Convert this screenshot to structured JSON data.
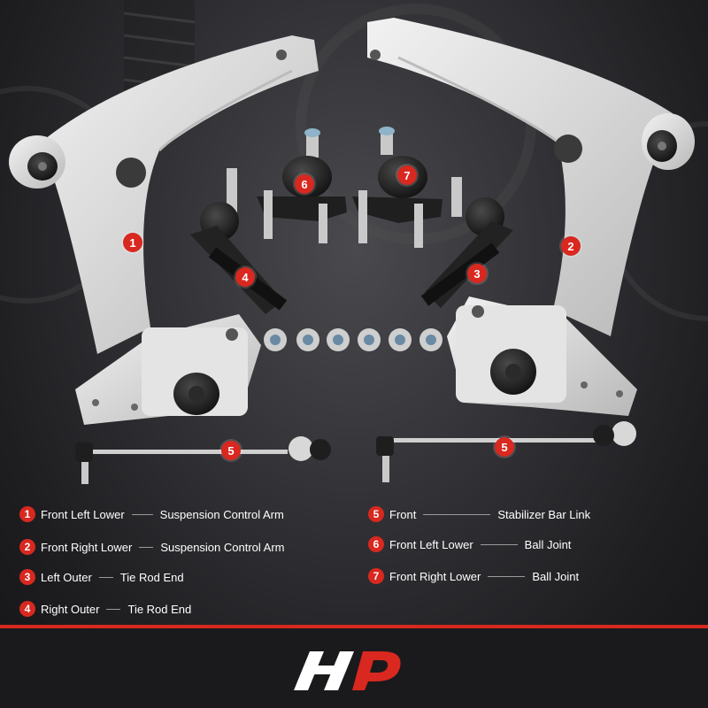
{
  "markers": [
    "1",
    "2",
    "3",
    "4",
    "5",
    "5",
    "6",
    "7"
  ],
  "legend": {
    "left": [
      {
        "num": "1",
        "a": "Front Left Lower",
        "b": "Suspension Control Arm"
      },
      {
        "num": "2",
        "a": "Front Right Lower",
        "b": "Suspension Control Arm"
      },
      {
        "num": "3",
        "a": "Left Outer",
        "b": "Tie Rod End"
      },
      {
        "num": "4",
        "a": "Right Outer",
        "b": "Tie Rod End"
      }
    ],
    "right": [
      {
        "num": "5",
        "a": "Front",
        "b": "Stabilizer Bar Link"
      },
      {
        "num": "6",
        "a": "Front Left Lower",
        "b": "Ball Joint"
      },
      {
        "num": "7",
        "a": "Front Right Lower",
        "b": "Ball Joint"
      }
    ]
  },
  "colors": {
    "accent": "#d8281f",
    "part_silver": "#d9d9d9",
    "rubber": "#1c1c1c",
    "background": "#2f2f33"
  },
  "icons": {
    "logo": "a-premium-logo"
  }
}
